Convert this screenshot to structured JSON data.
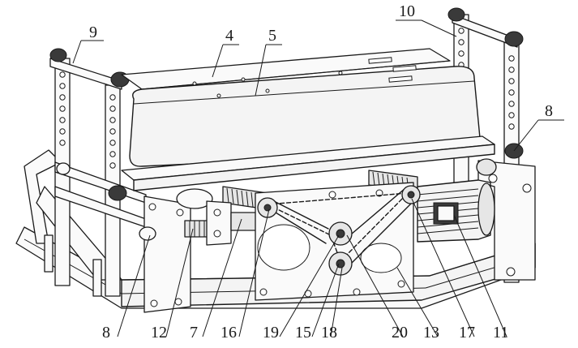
{
  "diagram": {
    "labels": [
      {
        "id": "9",
        "text": "9"
      },
      {
        "id": "4",
        "text": "4"
      },
      {
        "id": "5",
        "text": "5"
      },
      {
        "id": "10",
        "text": "10"
      },
      {
        "id": "8a",
        "text": "8"
      },
      {
        "id": "8b",
        "text": "8"
      },
      {
        "id": "12",
        "text": "12"
      },
      {
        "id": "7",
        "text": "7"
      },
      {
        "id": "16",
        "text": "16"
      },
      {
        "id": "19",
        "text": "19"
      },
      {
        "id": "15",
        "text": "15"
      },
      {
        "id": "18",
        "text": "18"
      },
      {
        "id": "20",
        "text": "20"
      },
      {
        "id": "13",
        "text": "13"
      },
      {
        "id": "17",
        "text": "17"
      },
      {
        "id": "11",
        "text": "11"
      }
    ]
  }
}
